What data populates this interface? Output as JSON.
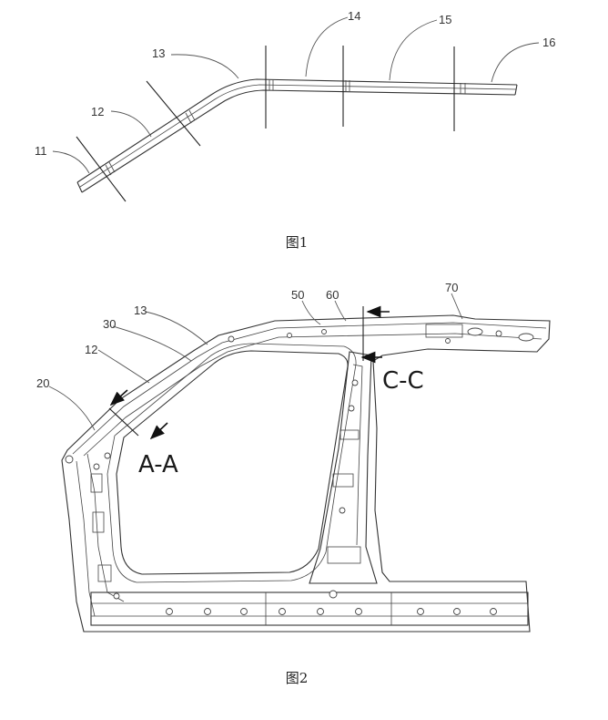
{
  "figure1": {
    "caption": "图1",
    "labels": [
      "11",
      "12",
      "13",
      "14",
      "15",
      "16"
    ]
  },
  "figure2": {
    "caption": "图2",
    "labels": [
      "13",
      "30",
      "12",
      "20",
      "50",
      "60",
      "70"
    ],
    "section_labels": [
      "A-A",
      "C-C"
    ]
  }
}
